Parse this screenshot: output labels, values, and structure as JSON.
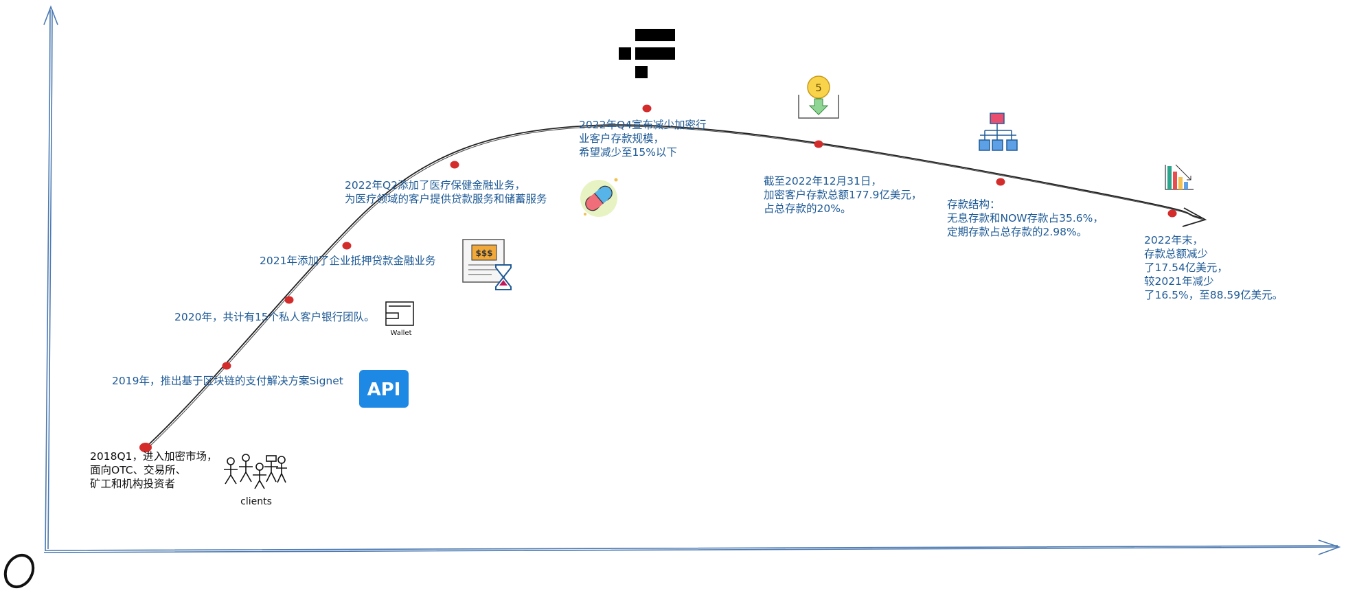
{
  "axes": {
    "origin_label": "0"
  },
  "milestones": [
    {
      "text": "2018Q1，进入加密市场，\n面向OTC、交易所、\n矿工和机构投资者",
      "tone": "dark"
    },
    {
      "text": "2019年，推出基于区块链的支付解决方案Signet"
    },
    {
      "text": "2020年，共计有15个私人客户银行团队。"
    },
    {
      "text": "2021年添加了企业抵押贷款金融业务"
    },
    {
      "text": "2022年Q2添加了医疗保健金融业务，\n为医疗领域的客户提供贷款服务和储蓄服务"
    },
    {
      "text": "2022年Q4宣布减少加密行\n业客户存款规模，\n希望减少至15%以下"
    },
    {
      "text": "截至2022年12月31日，\n加密客户存款总额177.9亿美元，\n占总存款的20%。"
    },
    {
      "text": "存款结构：\n无息存款和NOW存款占35.6%，\n定期存款占总存款的2.98%。"
    },
    {
      "text": "2022年末，\n存款总额减少\n了17.54亿美元，\n较2021年减少\n了16.5%，至88.59亿美元。"
    }
  ],
  "icons": {
    "clients": {
      "name": "clients-stick-figures-icon",
      "caption": "clients"
    },
    "api": {
      "name": "api-badge-icon",
      "label": "API"
    },
    "wallet": {
      "name": "wallet-icon",
      "caption": "Wallet"
    },
    "invoice": {
      "name": "invoice-hourglass-icon",
      "label": "$$$"
    },
    "pill": {
      "name": "pill-capsule-icon"
    },
    "ftx": {
      "name": "ftx-logo-icon"
    },
    "deposit": {
      "name": "coin-deposit-icon",
      "label": "5"
    },
    "hierarchy": {
      "name": "org-chart-icon"
    },
    "barchart": {
      "name": "bar-chart-decline-icon"
    }
  },
  "colors": {
    "axis": "#4a78b0",
    "curve": "#222222",
    "point": "#d42b2b",
    "label_blue": "#1e5a96"
  }
}
